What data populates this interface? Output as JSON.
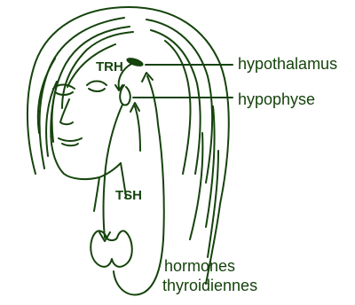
{
  "labels": {
    "hypothalamus": "hypothalamus",
    "hypophyse": "hypophyse",
    "trh": "TRH",
    "tsh": "TSH",
    "hormones_line1": "hormones",
    "hormones_line2": "thyroidiennes"
  },
  "colors": {
    "ink": "#15430c",
    "background": "#ffffff"
  }
}
